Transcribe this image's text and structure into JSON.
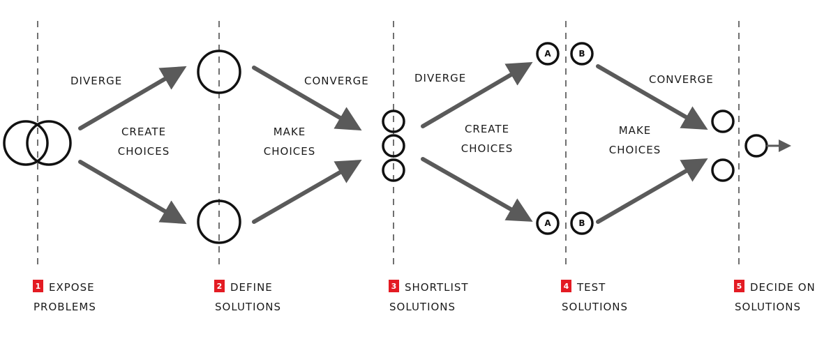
{
  "phase_labels": [
    {
      "line1": "DIVERGE"
    },
    {
      "line1": "CONVERGE"
    },
    {
      "line1": "DIVERGE"
    },
    {
      "line1": "CONVERGE"
    }
  ],
  "action_labels": [
    {
      "line1": "CREATE",
      "line2": "CHOICES"
    },
    {
      "line1": "MAKE",
      "line2": "CHOICES"
    },
    {
      "line1": "CREATE",
      "line2": "CHOICES"
    },
    {
      "line1": "MAKE",
      "line2": "CHOICES"
    }
  ],
  "steps": [
    {
      "number": "1",
      "line1": "EXPOSE",
      "line2": "PROBLEMS"
    },
    {
      "number": "2",
      "line1": "DEFINE",
      "line2": "SOLUTIONS"
    },
    {
      "number": "3",
      "line1": "SHORTLIST",
      "line2": "SOLUTIONS"
    },
    {
      "number": "4",
      "line1": "TEST",
      "line2": "SOLUTIONS"
    },
    {
      "number": "5",
      "line1": "DECIDE ON",
      "line2": "SOLUTIONS"
    }
  ],
  "variant_letters": {
    "a": "A",
    "b": "B"
  },
  "colors": {
    "badge": "#e31b23",
    "arrow": "#5a5a5a",
    "stroke": "#111111"
  }
}
